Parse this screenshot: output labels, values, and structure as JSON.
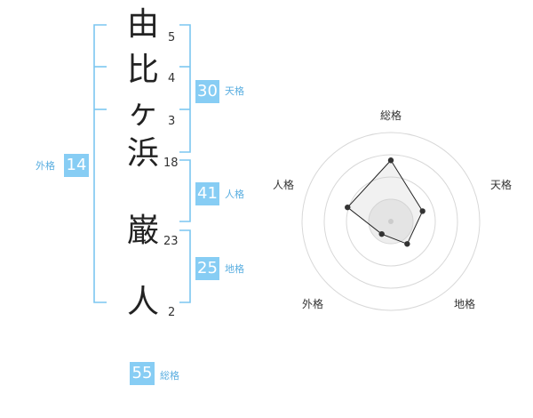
{
  "name": {
    "characters": [
      {
        "char": "由",
        "strokes": "5"
      },
      {
        "char": "比",
        "strokes": "4"
      },
      {
        "char": "ヶ",
        "strokes": "3"
      },
      {
        "char": "浜",
        "strokes": "18"
      },
      {
        "char": "巌",
        "strokes": "23"
      },
      {
        "char": "人",
        "strokes": "2"
      }
    ]
  },
  "scores": {
    "tenkaku": {
      "value": "30",
      "label": "天格"
    },
    "jinkaku": {
      "value": "41",
      "label": "人格"
    },
    "chikaku": {
      "value": "25",
      "label": "地格"
    },
    "gaikaku": {
      "value": "14",
      "label": "外格"
    },
    "soukaku": {
      "value": "55",
      "label": "総格"
    }
  },
  "colors": {
    "accent": "#87cdf4",
    "accent_text": "#5aaee0",
    "bracket": "#7cc6f0",
    "radar_grid": "#d8d8d8",
    "radar_fill": "#eeeeee",
    "radar_line": "#222222"
  },
  "chart_data": {
    "type": "radar",
    "axes": [
      "総格",
      "天格",
      "地格",
      "外格",
      "人格"
    ],
    "values": [
      55,
      30,
      25,
      14,
      41
    ],
    "rings": 4
  }
}
